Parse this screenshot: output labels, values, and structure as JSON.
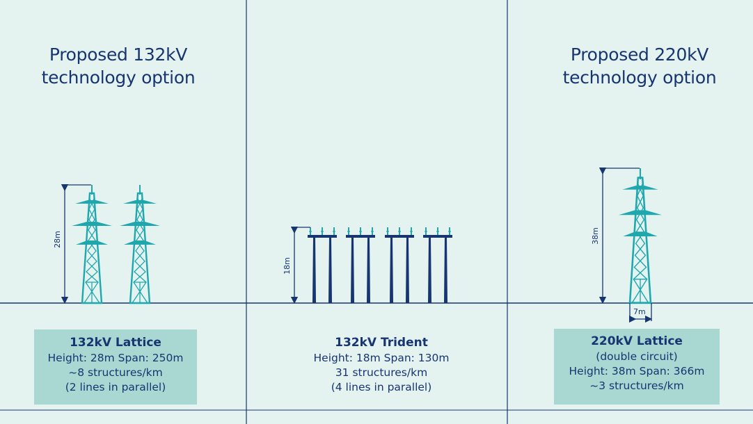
{
  "colors": {
    "background": "#e4f2f0",
    "navy": "#173570",
    "teal": "#1fa7ae",
    "box": "#a9d8d3"
  },
  "left": {
    "title_line1": "Proposed 132kV",
    "title_line2": "technology option",
    "height_label": "28m",
    "box": {
      "heading": "132kV Lattice",
      "line1": "Height: 28m  Span: 250m",
      "line2": "~8 structures/km",
      "line3": "(2 lines in parallel)"
    }
  },
  "middle": {
    "height_label": "18m",
    "box": {
      "heading": "132kV Trident",
      "line1": "Height: 18m  Span: 130m",
      "line2": "31 structures/km",
      "line3": "(4 lines in parallel)"
    }
  },
  "right": {
    "title_line1": "Proposed 220kV",
    "title_line2": "technology option",
    "height_label": "38m",
    "base_width_label": "7m",
    "box": {
      "heading": "220kV Lattice",
      "line1": "(double circuit)",
      "line2": "Height: 38m  Span: 366m",
      "line3": "~3 structures/km"
    }
  }
}
